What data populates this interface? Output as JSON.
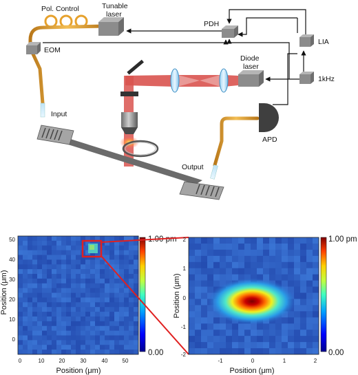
{
  "setup": {
    "labels": {
      "pol_control": "Pol. Control",
      "tunable_laser": [
        "Tunable",
        "laser"
      ],
      "eom": "EOM",
      "pdh": "PDH",
      "lia": "LIA",
      "diode_laser": [
        "Diode",
        "laser"
      ],
      "khz": "1kHz",
      "input": "Input",
      "output": "Output",
      "apd": "APD"
    }
  },
  "maps": {
    "left": {
      "xlabel": "Position (μm)",
      "ylabel": "Position  (μm)",
      "xticks": [
        "0",
        "10",
        "20",
        "30",
        "40",
        "50"
      ],
      "yticks": [
        "50",
        "40",
        "30",
        "20",
        "10",
        "0"
      ],
      "cbar_max": "1.00 pm",
      "cbar_min": "0.00"
    },
    "right": {
      "xlabel": "Position (μm)",
      "ylabel": "Position (μm)",
      "xticks": [
        "-1",
        "0",
        "1",
        "2"
      ],
      "yticks": [
        "2",
        "1",
        "0",
        "-1",
        "-2"
      ],
      "cbar_max": "1.00 pm",
      "cbar_min": "0.00"
    }
  },
  "colors": {
    "fiber": "#e6a12c",
    "laser_beam": "#d9534f",
    "device": "#8c8c8c",
    "map_background": "#2a52b8",
    "hotspot": "#a00a0a"
  }
}
